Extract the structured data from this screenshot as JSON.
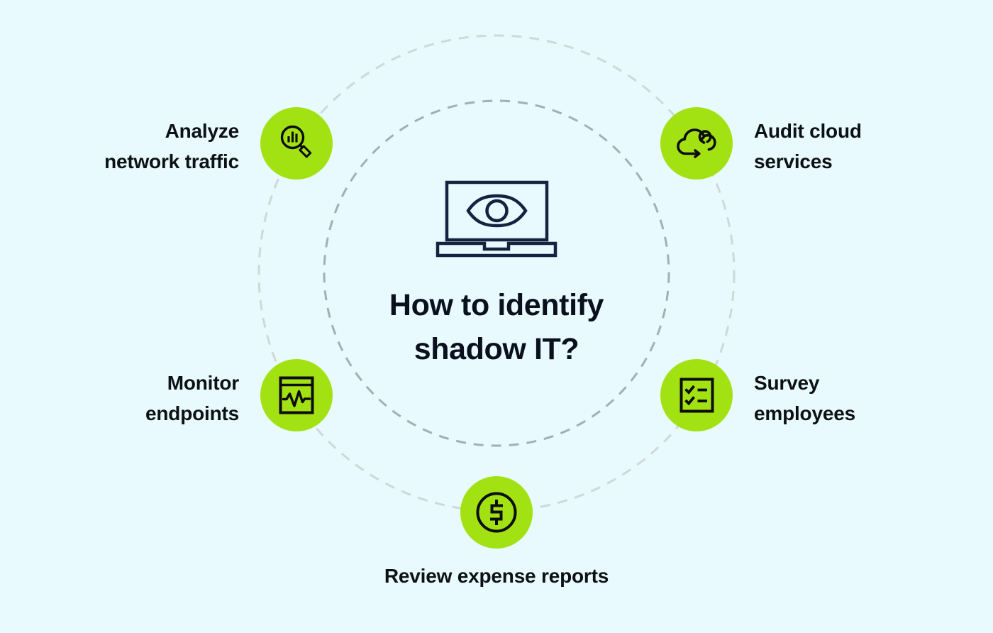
{
  "title": {
    "line1": "How to identify",
    "line2": "shadow IT?"
  },
  "center_icon": "laptop-eye-icon",
  "nodes": {
    "analyze": {
      "line1": "Analyze",
      "line2": "network traffic",
      "icon": "magnifier-chart-icon"
    },
    "audit": {
      "line1": "Audit cloud",
      "line2": "services",
      "icon": "cloud-sync-icon"
    },
    "monitor": {
      "line1": "Monitor",
      "line2": "endpoints",
      "icon": "monitor-pulse-icon"
    },
    "survey": {
      "line1": "Survey",
      "line2": "employees",
      "icon": "checklist-icon"
    },
    "expense": {
      "label": "Review expense reports",
      "icon": "dollar-coin-icon"
    }
  },
  "colors": {
    "background": "#e8fafd",
    "node": "#a3e212",
    "icon_stroke": "#0d0d0d",
    "center_stroke": "#172240",
    "title_text": "#0b101f",
    "label_text": "#0d1117",
    "outer_ring": "#cfd8dc",
    "inner_ring": "#a4aeb5"
  }
}
